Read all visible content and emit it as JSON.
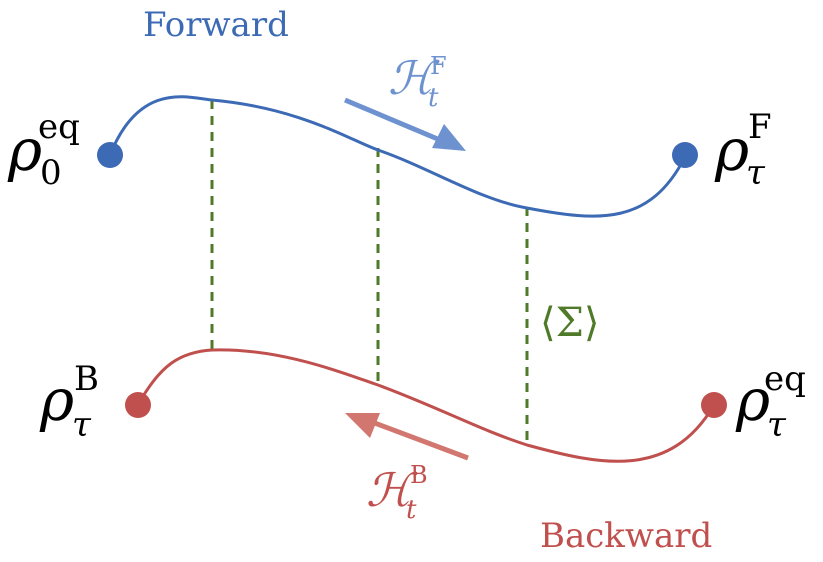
{
  "labels": {
    "forward": "Forward",
    "backward": "Backward",
    "entropy": "⟨Σ⟩",
    "rho": "ρ",
    "h_script": "ℋ",
    "h_sub": "t",
    "h_sup_forward": "F",
    "h_sup_backward": "B",
    "rho0_sub": "0",
    "rho0_sup": "eq",
    "rhoF_sub": "τ",
    "rhoF_sup": "F",
    "rhoB_sub": "τ",
    "rhoB_sup": "B",
    "rhoTauEq_sub": "τ",
    "rhoTauEq_sup": "eq"
  },
  "colors": {
    "forward": "#3d6ab5",
    "forward_arrow": "#6d92cf",
    "backward": "#c0504d",
    "backward_arrow": "#d2776f",
    "entropy": "#4f7a28",
    "text": "#000000"
  }
}
